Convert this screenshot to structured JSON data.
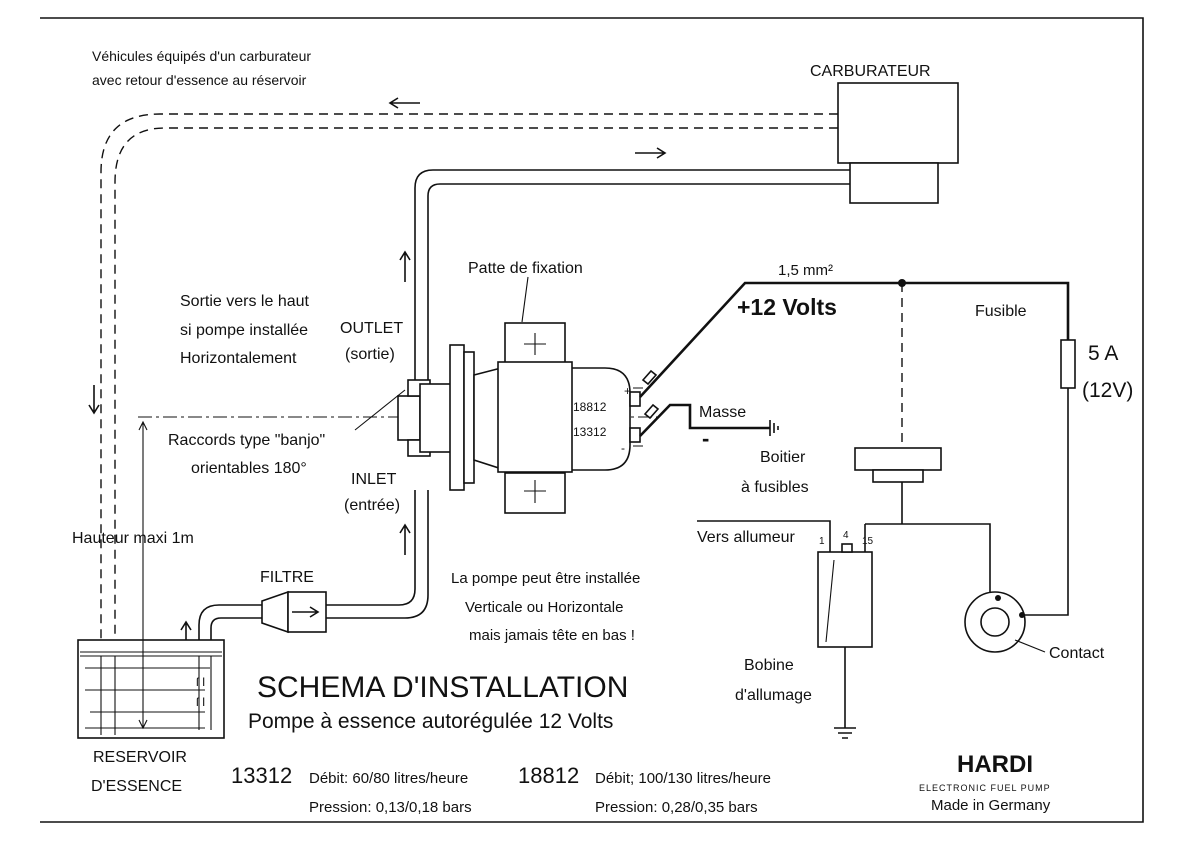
{
  "labels": {
    "return_note_1": "Véhicules équipés d'un carburateur",
    "return_note_2": "avec retour d'essence au réservoir",
    "carburateur": "CARBURATEUR",
    "patte": "Patte de fixation",
    "wire_size": "1,5 mm²",
    "plus12": "+12 Volts",
    "fusible": "Fusible",
    "fuse_amp": "5 A",
    "fuse_volt": "(12V)",
    "sortie_1": "Sortie vers le haut",
    "sortie_2": "si pompe installée",
    "sortie_3": "Horizontalement",
    "outlet": "OUTLET",
    "outlet_fr": "(sortie)",
    "inlet": "INLET",
    "inlet_fr": "(entrée)",
    "banjo_1": "Raccords type \"banjo\"",
    "banjo_2": "orientables 180°",
    "model_a": "18812",
    "model_b": "13312",
    "plus_sign": "+",
    "minus_small": "-",
    "masse": "Masse",
    "masse_minus": "-",
    "boitier_1": "Boitier",
    "boitier_2": "à fusibles",
    "vers_allumeur": "Vers allumeur",
    "term_1": "1",
    "term_4": "4",
    "term_15": "15",
    "hauteur": "Hauteur maxi 1m",
    "filtre": "FILTRE",
    "install_1": "La pompe peut être installée",
    "install_2": "Verticale ou Horizontale",
    "install_3": "mais jamais tête en bas !",
    "bobine_1": "Bobine",
    "bobine_2": "d'allumage",
    "contact": "Contact",
    "title": "SCHEMA D'INSTALLATION",
    "subtitle": "Pompe à essence autorégulée 12 Volts",
    "reservoir_1": "RESERVOIR",
    "reservoir_2": "D'ESSENCE",
    "spec_a_model": "13312",
    "spec_a_debit": "Débit: 60/80 litres/heure",
    "spec_a_pression": "Pression: 0,13/0,18 bars",
    "spec_b_model": "18812",
    "spec_b_debit": "Débit; 100/130 litres/heure",
    "spec_b_pression": "Pression: 0,28/0,35 bars",
    "brand": "HARDI",
    "brand_sub": "ELECTRONIC FUEL PUMP",
    "made_in": "Made in Germany"
  }
}
